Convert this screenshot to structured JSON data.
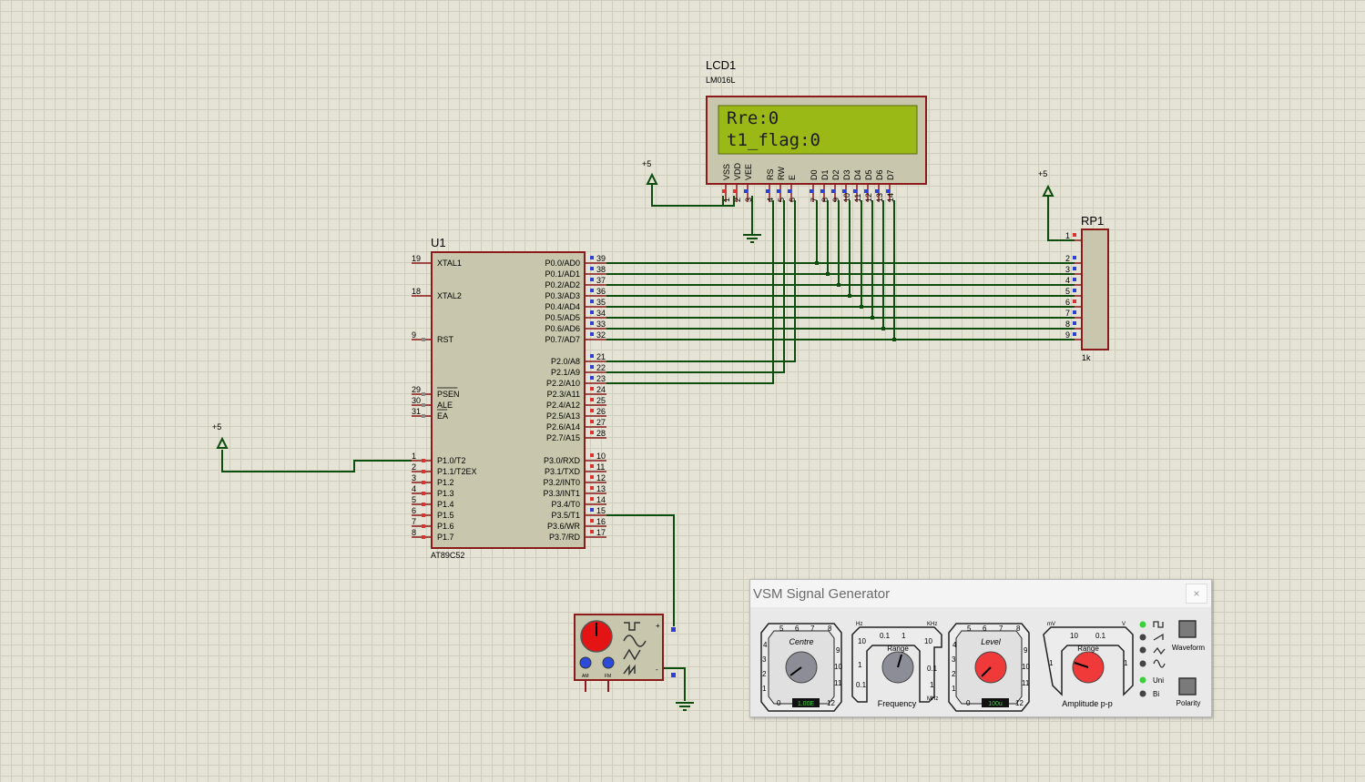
{
  "lcd": {
    "ref": "LCD1",
    "model": "LM016L",
    "line1": "Rre:0",
    "line2": "t1_flag:0",
    "pin_names": [
      "VSS",
      "VDD",
      "VEE",
      "RS",
      "RW",
      "E",
      "D0",
      "D1",
      "D2",
      "D3",
      "D4",
      "D5",
      "D6",
      "D7"
    ],
    "pin_numbers": [
      "1",
      "2",
      "3",
      "4",
      "5",
      "6",
      "7",
      "8",
      "9",
      "10",
      "11",
      "12",
      "13",
      "14"
    ]
  },
  "mcu": {
    "ref": "U1",
    "model": "AT89C52",
    "left_pins": [
      {
        "num": "19",
        "name": "XTAL1"
      },
      {
        "num": "18",
        "name": "XTAL2"
      },
      {
        "num": "9",
        "name": "RST"
      },
      {
        "num": "29",
        "name": "PSEN"
      },
      {
        "num": "30",
        "name": "ALE"
      },
      {
        "num": "31",
        "name": "EA"
      },
      {
        "num": "1",
        "name": "P1.0/T2"
      },
      {
        "num": "2",
        "name": "P1.1/T2EX"
      },
      {
        "num": "3",
        "name": "P1.2"
      },
      {
        "num": "4",
        "name": "P1.3"
      },
      {
        "num": "5",
        "name": "P1.4"
      },
      {
        "num": "6",
        "name": "P1.5"
      },
      {
        "num": "7",
        "name": "P1.6"
      },
      {
        "num": "8",
        "name": "P1.7"
      }
    ],
    "right_pins": [
      {
        "num": "39",
        "name": "P0.0/AD0"
      },
      {
        "num": "38",
        "name": "P0.1/AD1"
      },
      {
        "num": "37",
        "name": "P0.2/AD2"
      },
      {
        "num": "36",
        "name": "P0.3/AD3"
      },
      {
        "num": "35",
        "name": "P0.4/AD4"
      },
      {
        "num": "34",
        "name": "P0.5/AD5"
      },
      {
        "num": "33",
        "name": "P0.6/AD6"
      },
      {
        "num": "32",
        "name": "P0.7/AD7"
      },
      {
        "num": "21",
        "name": "P2.0/A8"
      },
      {
        "num": "22",
        "name": "P2.1/A9"
      },
      {
        "num": "23",
        "name": "P2.2/A10"
      },
      {
        "num": "24",
        "name": "P2.3/A11"
      },
      {
        "num": "25",
        "name": "P2.4/A12"
      },
      {
        "num": "26",
        "name": "P2.5/A13"
      },
      {
        "num": "27",
        "name": "P2.6/A14"
      },
      {
        "num": "28",
        "name": "P2.7/A15"
      },
      {
        "num": "10",
        "name": "P3.0/RXD"
      },
      {
        "num": "11",
        "name": "P3.1/TXD"
      },
      {
        "num": "12",
        "name": "P3.2/INT0"
      },
      {
        "num": "13",
        "name": "P3.3/INT1"
      },
      {
        "num": "14",
        "name": "P3.4/T0"
      },
      {
        "num": "15",
        "name": "P3.5/T1"
      },
      {
        "num": "16",
        "name": "P3.6/WR"
      },
      {
        "num": "17",
        "name": "P3.7/RD"
      }
    ]
  },
  "rp": {
    "ref": "RP1",
    "value": "1k",
    "pins": [
      "1",
      "2",
      "3",
      "4",
      "5",
      "6",
      "7",
      "8",
      "9"
    ]
  },
  "power_label": "+5",
  "generator_symbol": {
    "am": "AM",
    "fm": "FM",
    "plus": "+",
    "minus": "-"
  },
  "vsm": {
    "title": "VSM Signal Generator",
    "close": "×",
    "centre_label": "Centre",
    "centre_scale": [
      "5",
      "6",
      "7",
      "8",
      "4",
      "9",
      "3",
      "10",
      "2",
      "11",
      "1",
      "0",
      "12"
    ],
    "centre_readout": "1.00E",
    "freq_range_label": "Range",
    "freq_range_top": [
      "Hz",
      "0.1",
      "1",
      "KHz"
    ],
    "freq_range_sides": [
      "10",
      "1",
      "0.1",
      "10",
      "0.1",
      "1",
      "MHz"
    ],
    "frequency_label": "Frequency",
    "level_label": "Level",
    "level_scale": [
      "5",
      "6",
      "7",
      "8",
      "4",
      "9",
      "3",
      "10",
      "2",
      "11",
      "1",
      "0",
      "12"
    ],
    "level_readout": "100u",
    "amp_range_label": "Range",
    "amp_range_top": [
      "mV",
      "10",
      "0.1",
      "V"
    ],
    "amp_range_sides": [
      "1",
      "1"
    ],
    "amplitude_label": "Amplitude p-p",
    "waveform_label": "Waveform",
    "polarity_label": "Polarity",
    "uni_label": "Uni",
    "bi_label": "Bi",
    "led_on_color": "#3bd13b",
    "led_off_color": "#444444",
    "knob_grey": "#8d8d97",
    "knob_red": "#f03a3a"
  },
  "colors": {
    "component_border": "#8b1a1a",
    "component_fill": "#c8c7ad",
    "wire": "#0d4d0d",
    "lcd_screen": "#9ab816",
    "pin_red": "#e03030",
    "pin_blue": "#2c3fd6"
  }
}
